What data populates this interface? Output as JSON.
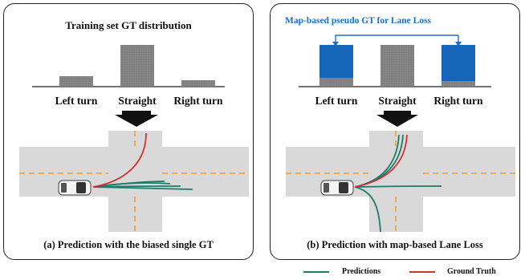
{
  "panel_a": {
    "title": "Training set GT distribution",
    "bar_labels": [
      "Left turn",
      "Straight",
      "Right turn"
    ],
    "caption": "(a) Prediction with the biased single GT"
  },
  "panel_b": {
    "title": "Map-based pseudo GT for Lane Loss",
    "bar_labels": [
      "Left turn",
      "Straight",
      "Right turn"
    ],
    "caption": "(b) Prediction with map-based Lane Loss"
  },
  "legend": {
    "predictions": "Predictions",
    "ground_truth": "Ground Truth"
  },
  "colors": {
    "gt_bar": "#7f7f7f",
    "pseudo_gt_bar": "#1565b8",
    "prediction_line": "#1f7a6a",
    "ground_truth_line": "#d63030",
    "road": "#d9d9d9",
    "lane_dash": "#f0a030",
    "title_blue": "#1f6fc7"
  }
}
